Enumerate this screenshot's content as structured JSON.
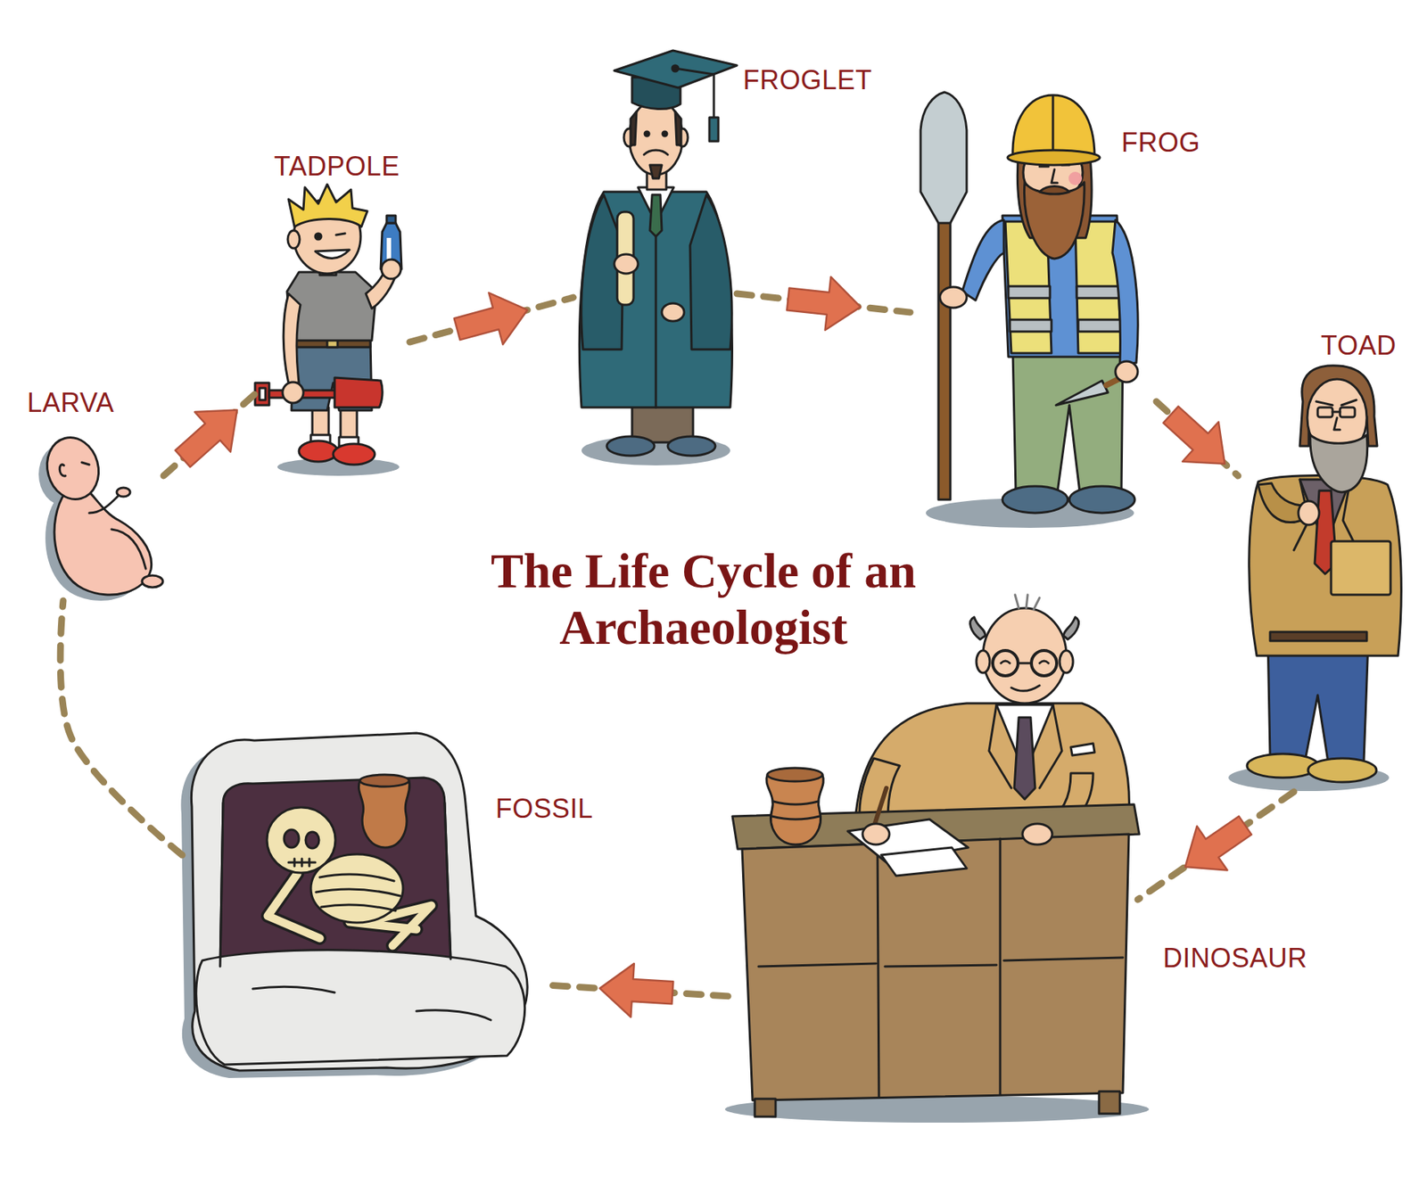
{
  "diagram": {
    "title": "The Life Cycle of an Archaeologist",
    "nodes": [
      {
        "text": [
          "LARVA"
        ]
      },
      {
        "text": [
          "TADPOLE"
        ]
      },
      {
        "text": [
          "FROGLET"
        ]
      },
      {
        "text": [
          "FROG"
        ]
      },
      {
        "text": [
          "TOAD"
        ]
      },
      {
        "text": [
          "DINOSAUR"
        ]
      },
      {
        "text": [
          "FOSSIL"
        ]
      }
    ],
    "edges": [
      {
        "from": 0,
        "to": 1,
        "arrow": "to"
      },
      {
        "from": 1,
        "to": 2,
        "arrow": "to"
      },
      {
        "from": 2,
        "to": 3,
        "arrow": "to"
      },
      {
        "from": 3,
        "to": 4,
        "arrow": "to"
      },
      {
        "from": 4,
        "to": 5,
        "arrow": "to"
      },
      {
        "from": 5,
        "to": 6,
        "arrow": "to"
      },
      {
        "from": 6,
        "to": 0,
        "arrow": "none"
      }
    ]
  }
}
